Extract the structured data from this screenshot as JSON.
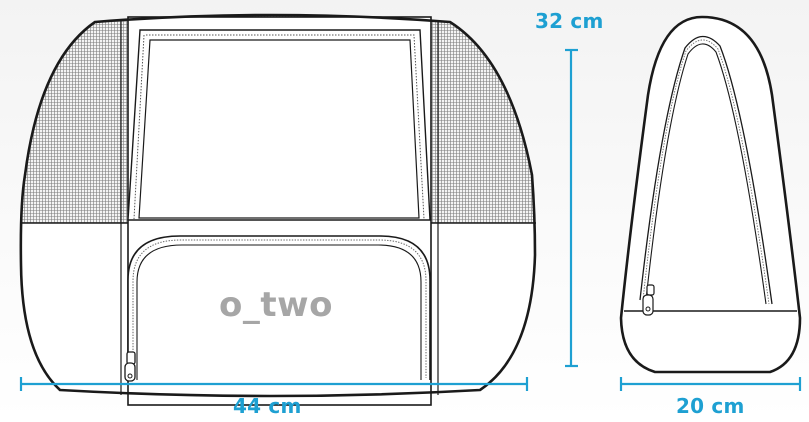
{
  "product": {
    "brand_mark": "o_two"
  },
  "dimensions": {
    "height": "32 cm",
    "width": "44 cm",
    "depth": "20 cm"
  },
  "colors": {
    "dimension_accent": "#1ea0d2",
    "outline": "#1a1a1a",
    "brand_text": "#a6a6a6",
    "mesh": "#8a8a8a"
  },
  "views": [
    "front-view",
    "side-view"
  ]
}
